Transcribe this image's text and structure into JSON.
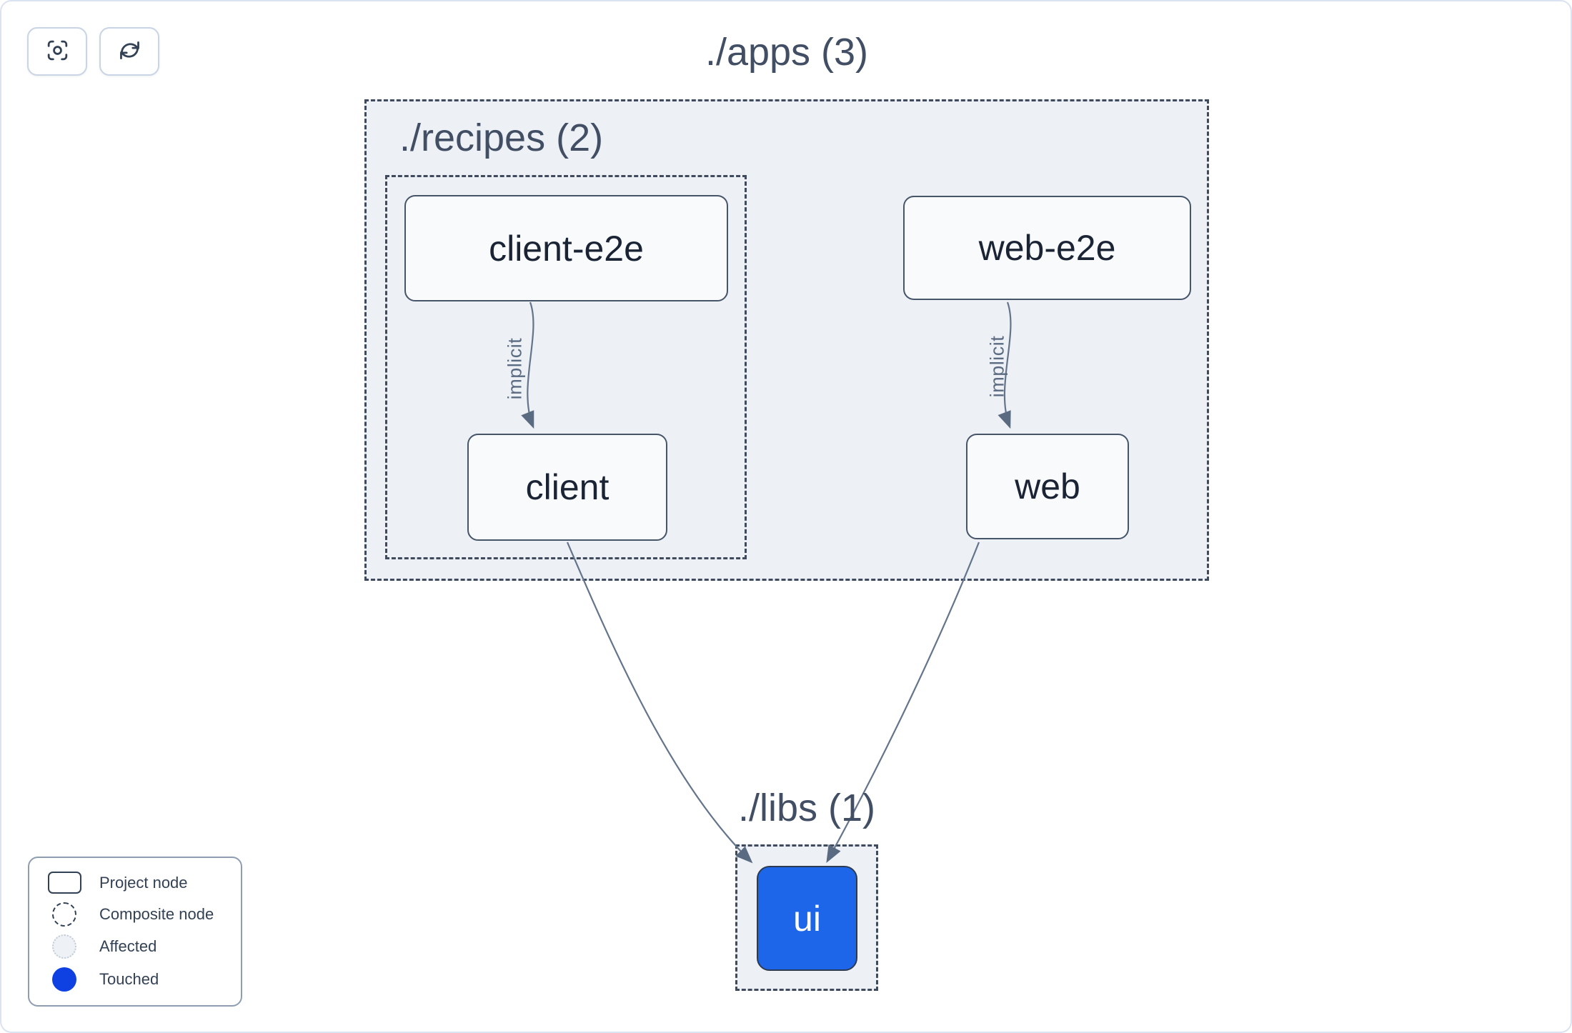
{
  "colors": {
    "canvas-border": "#dbe2f1",
    "group-fill": "#edf1f6",
    "group-border": "#3f4a5c",
    "group-label": "#414e63",
    "node-fill": "#f8fafc",
    "node-border": "#475569",
    "node-text": "#1b2434",
    "touched-fill": "#1d66e9",
    "touched-text": "#ffffff",
    "edge": "#64748b",
    "edge-label": "#5b6b82",
    "button-border": "#c9d4e4",
    "icon": "#334155",
    "legend-border": "#8e9db2",
    "legend-text": "#334155",
    "legend-touched": "#0f41e2",
    "affected-fill": "#eef1f5",
    "affected-border": "#c3ccd8"
  },
  "toolbar": {
    "buttons": [
      {
        "name": "focus",
        "icon": "focus-icon"
      },
      {
        "name": "refresh",
        "icon": "refresh-icon"
      }
    ]
  },
  "graph": {
    "groups": [
      {
        "id": "apps",
        "label": "./apps (3)"
      },
      {
        "id": "recipes",
        "label": "./recipes (2)"
      },
      {
        "id": "libs",
        "label": "./libs (1)"
      }
    ],
    "nodes": [
      {
        "id": "client-e2e",
        "label": "client-e2e",
        "state": "default"
      },
      {
        "id": "web-e2e",
        "label": "web-e2e",
        "state": "default"
      },
      {
        "id": "client",
        "label": "client",
        "state": "default"
      },
      {
        "id": "web",
        "label": "web",
        "state": "default"
      },
      {
        "id": "ui",
        "label": "ui",
        "state": "touched"
      }
    ],
    "edges": [
      {
        "from": "client-e2e",
        "to": "client",
        "label": "implicit"
      },
      {
        "from": "web-e2e",
        "to": "web",
        "label": "implicit"
      },
      {
        "from": "client",
        "to": "ui",
        "label": ""
      },
      {
        "from": "web",
        "to": "ui",
        "label": ""
      }
    ]
  },
  "legend": {
    "items": [
      {
        "icon": "project-node-icon",
        "label": "Project node"
      },
      {
        "icon": "composite-node-icon",
        "label": "Composite node"
      },
      {
        "icon": "affected-icon",
        "label": "Affected"
      },
      {
        "icon": "touched-icon",
        "label": "Touched"
      }
    ]
  }
}
